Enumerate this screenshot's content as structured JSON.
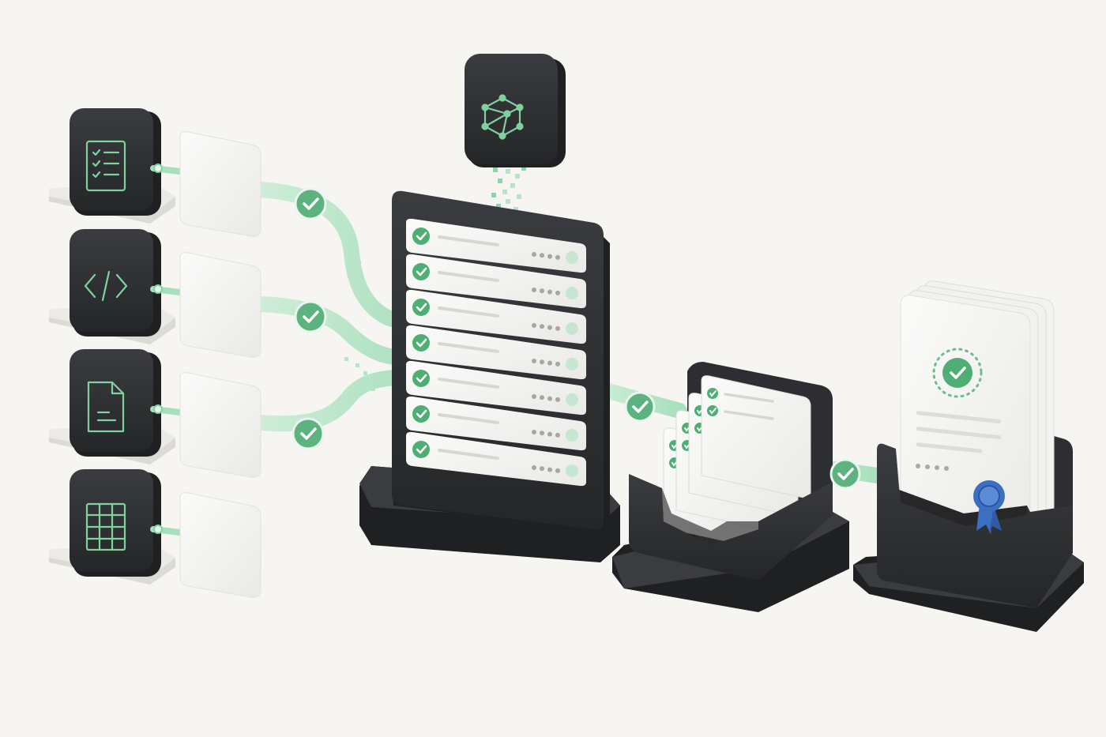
{
  "colors": {
    "background": "#f6f5f2",
    "dark_block": "#2f3133",
    "dark_block_side": "#1f2022",
    "card_white": "#f4f4f2",
    "accent_green": "#4fae74",
    "accent_green_light": "#bfe6cc",
    "badge_blue": "#3b6fc2",
    "shadow": "#dcdad5"
  },
  "sources": [
    {
      "icon": "checklist-icon"
    },
    {
      "icon": "code-brackets-icon"
    },
    {
      "icon": "document-icon"
    },
    {
      "icon": "table-grid-icon"
    }
  ],
  "model_icon": "network-cube-icon",
  "validator": {
    "row_count": 7,
    "row_status": "check-icon"
  },
  "tray": {
    "card_count": 4
  },
  "certificate": {
    "stack_count": 4,
    "seal": "check-seal-icon",
    "award": "ribbon-badge-icon"
  }
}
